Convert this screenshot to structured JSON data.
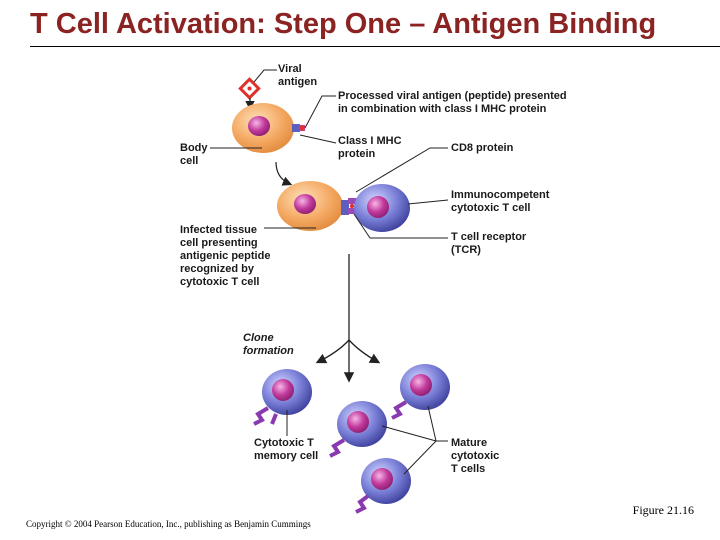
{
  "slide": {
    "title": "T Cell Activation: Step One – Antigen Binding",
    "figure_ref": "Figure 21.16",
    "copyright": "Copyright © 2004 Pearson Education, Inc., publishing as Benjamin Cummings"
  },
  "labels": {
    "viral_antigen": "Viral\nantigen",
    "processed_antigen": "Processed viral antigen (peptide) presented\nin combination with class I MHC protein",
    "body_cell": "Body\ncell",
    "class_i_mhc": "Class I MHC\nprotein",
    "cd8": "CD8 protein",
    "immunocompetent": "Immunocompetent\ncytotoxic T cell",
    "infected_cell": "Infected tissue\ncell presenting\nantigenic peptide\nrecognized by\ncytotoxic T cell",
    "tcr": "T cell receptor\n(TCR)",
    "clone_formation": "Clone\nformation",
    "memory_cell": "Cytotoxic T\nmemory cell",
    "mature_cells": "Mature\ncytotoxic\nT cells"
  },
  "colors": {
    "title": "#8b2323",
    "body_cell": "#f0a05a",
    "nucleus_pink": "#c0409a",
    "t_cell": "#5a5fc0",
    "receptor_purple": "#8a3ab0"
  }
}
